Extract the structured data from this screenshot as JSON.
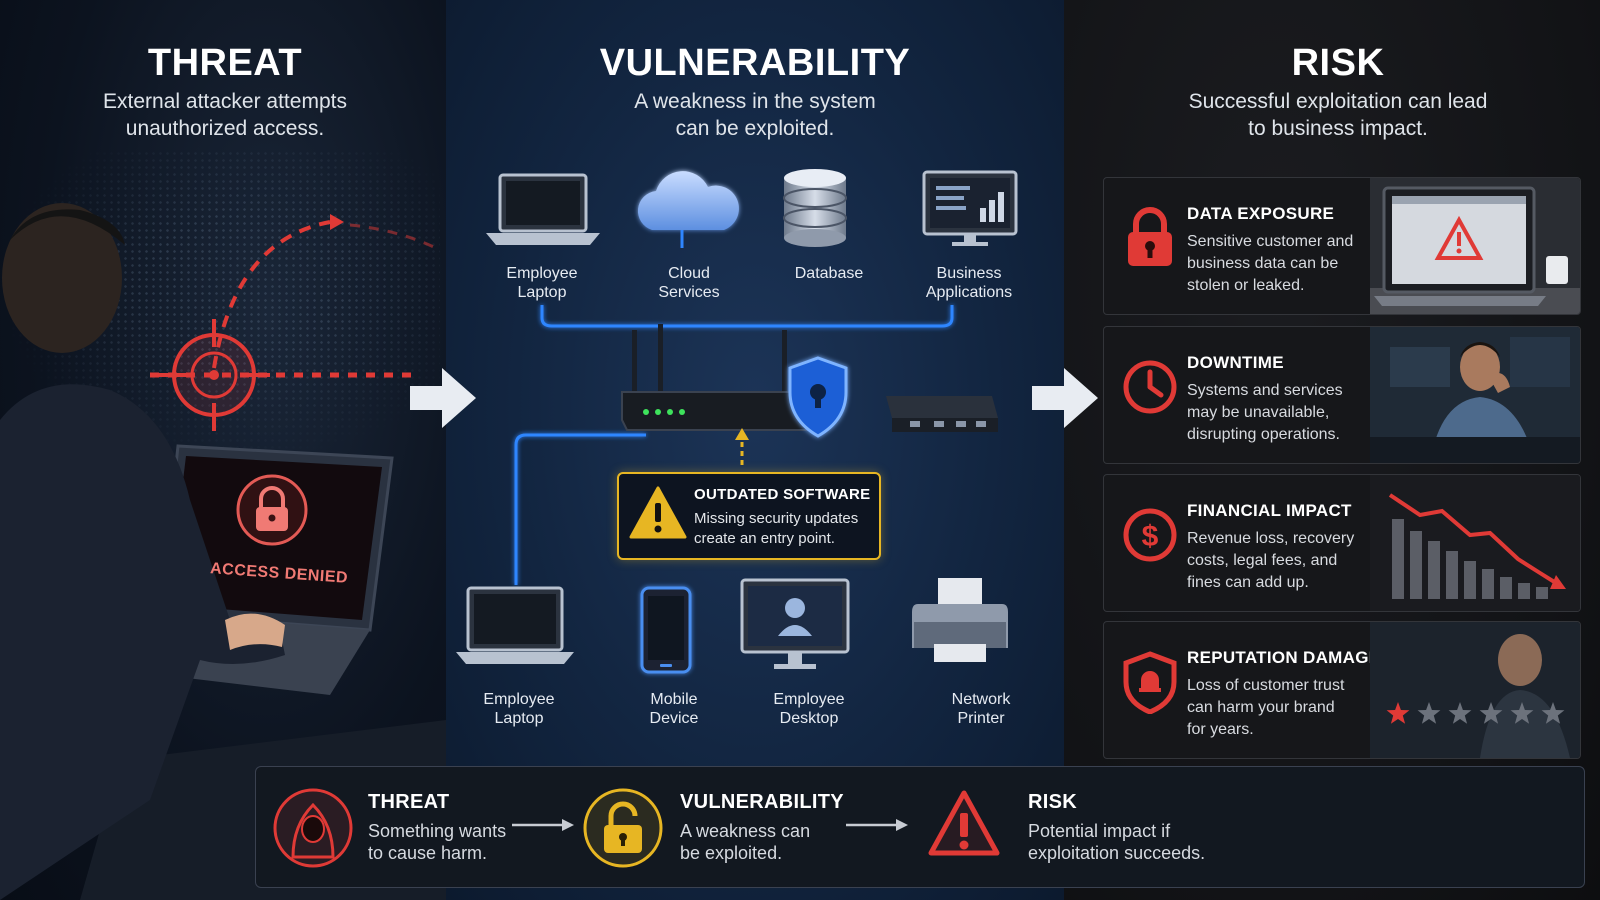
{
  "colors": {
    "threat_red": "#e03a36",
    "vuln_blue": "#2f86ff",
    "warning_yellow": "#e7b623"
  },
  "threat": {
    "title": "THREAT",
    "subtitle": "External attacker attempts\nunauthorized access.",
    "laptop_screen_text": "ACCESS DENIED",
    "icons": [
      "target-crosshair-icon",
      "lock-icon",
      "attacker-figure",
      "laptop-icon"
    ]
  },
  "vulnerability": {
    "title": "VULNERABILITY",
    "subtitle": "A weakness in the system\ncan be exploited.",
    "top_devices": [
      {
        "label": "Employee\nLaptop",
        "icon": "laptop-icon"
      },
      {
        "label": "Cloud\nServices",
        "icon": "cloud-icon"
      },
      {
        "label": "Database",
        "icon": "database-icon"
      },
      {
        "label": "Business\nApplications",
        "icon": "monitor-chart-icon"
      }
    ],
    "bottom_devices": [
      {
        "label": "Employee\nLaptop",
        "icon": "laptop-icon"
      },
      {
        "label": "Mobile\nDevice",
        "icon": "phone-icon"
      },
      {
        "label": "Employee\nDesktop",
        "icon": "desktop-icon"
      },
      {
        "label": "Network\nPrinter",
        "icon": "printer-icon"
      }
    ],
    "callout": {
      "title": "OUTDATED SOFTWARE",
      "text": "Missing security updates\ncreate an entry point."
    }
  },
  "risk": {
    "title": "RISK",
    "subtitle": "Successful exploitation can lead\nto business impact.",
    "cards": [
      {
        "title": "DATA EXPOSURE",
        "text": "Sensitive customer and\nbusiness data can be\nstolen or leaked.",
        "icon": "lock-icon"
      },
      {
        "title": "DOWNTIME",
        "text": "Systems and services\nmay be unavailable,\ndisrupting operations.",
        "icon": "clock-icon"
      },
      {
        "title": "FINANCIAL IMPACT",
        "text": "Revenue loss, recovery\ncosts, legal fees, and\nfines can add up.",
        "icon": "dollar-icon"
      },
      {
        "title": "REPUTATION DAMAGE",
        "text": "Loss of customer trust\ncan harm your brand\nfor years.",
        "icon": "shield-alert-icon"
      }
    ],
    "rating_stars": {
      "filled": 1,
      "total": 6
    }
  },
  "summary": [
    {
      "title": "THREAT",
      "text": "Something wants\nto cause harm.",
      "icon": "hooded-attacker-icon"
    },
    {
      "title": "VULNERABILITY",
      "text": "A weakness can\nbe exploited.",
      "icon": "unlocked-padlock-icon"
    },
    {
      "title": "RISK",
      "text": "Potential impact if\nexploitation succeeds.",
      "icon": "warning-triangle-icon"
    }
  ]
}
